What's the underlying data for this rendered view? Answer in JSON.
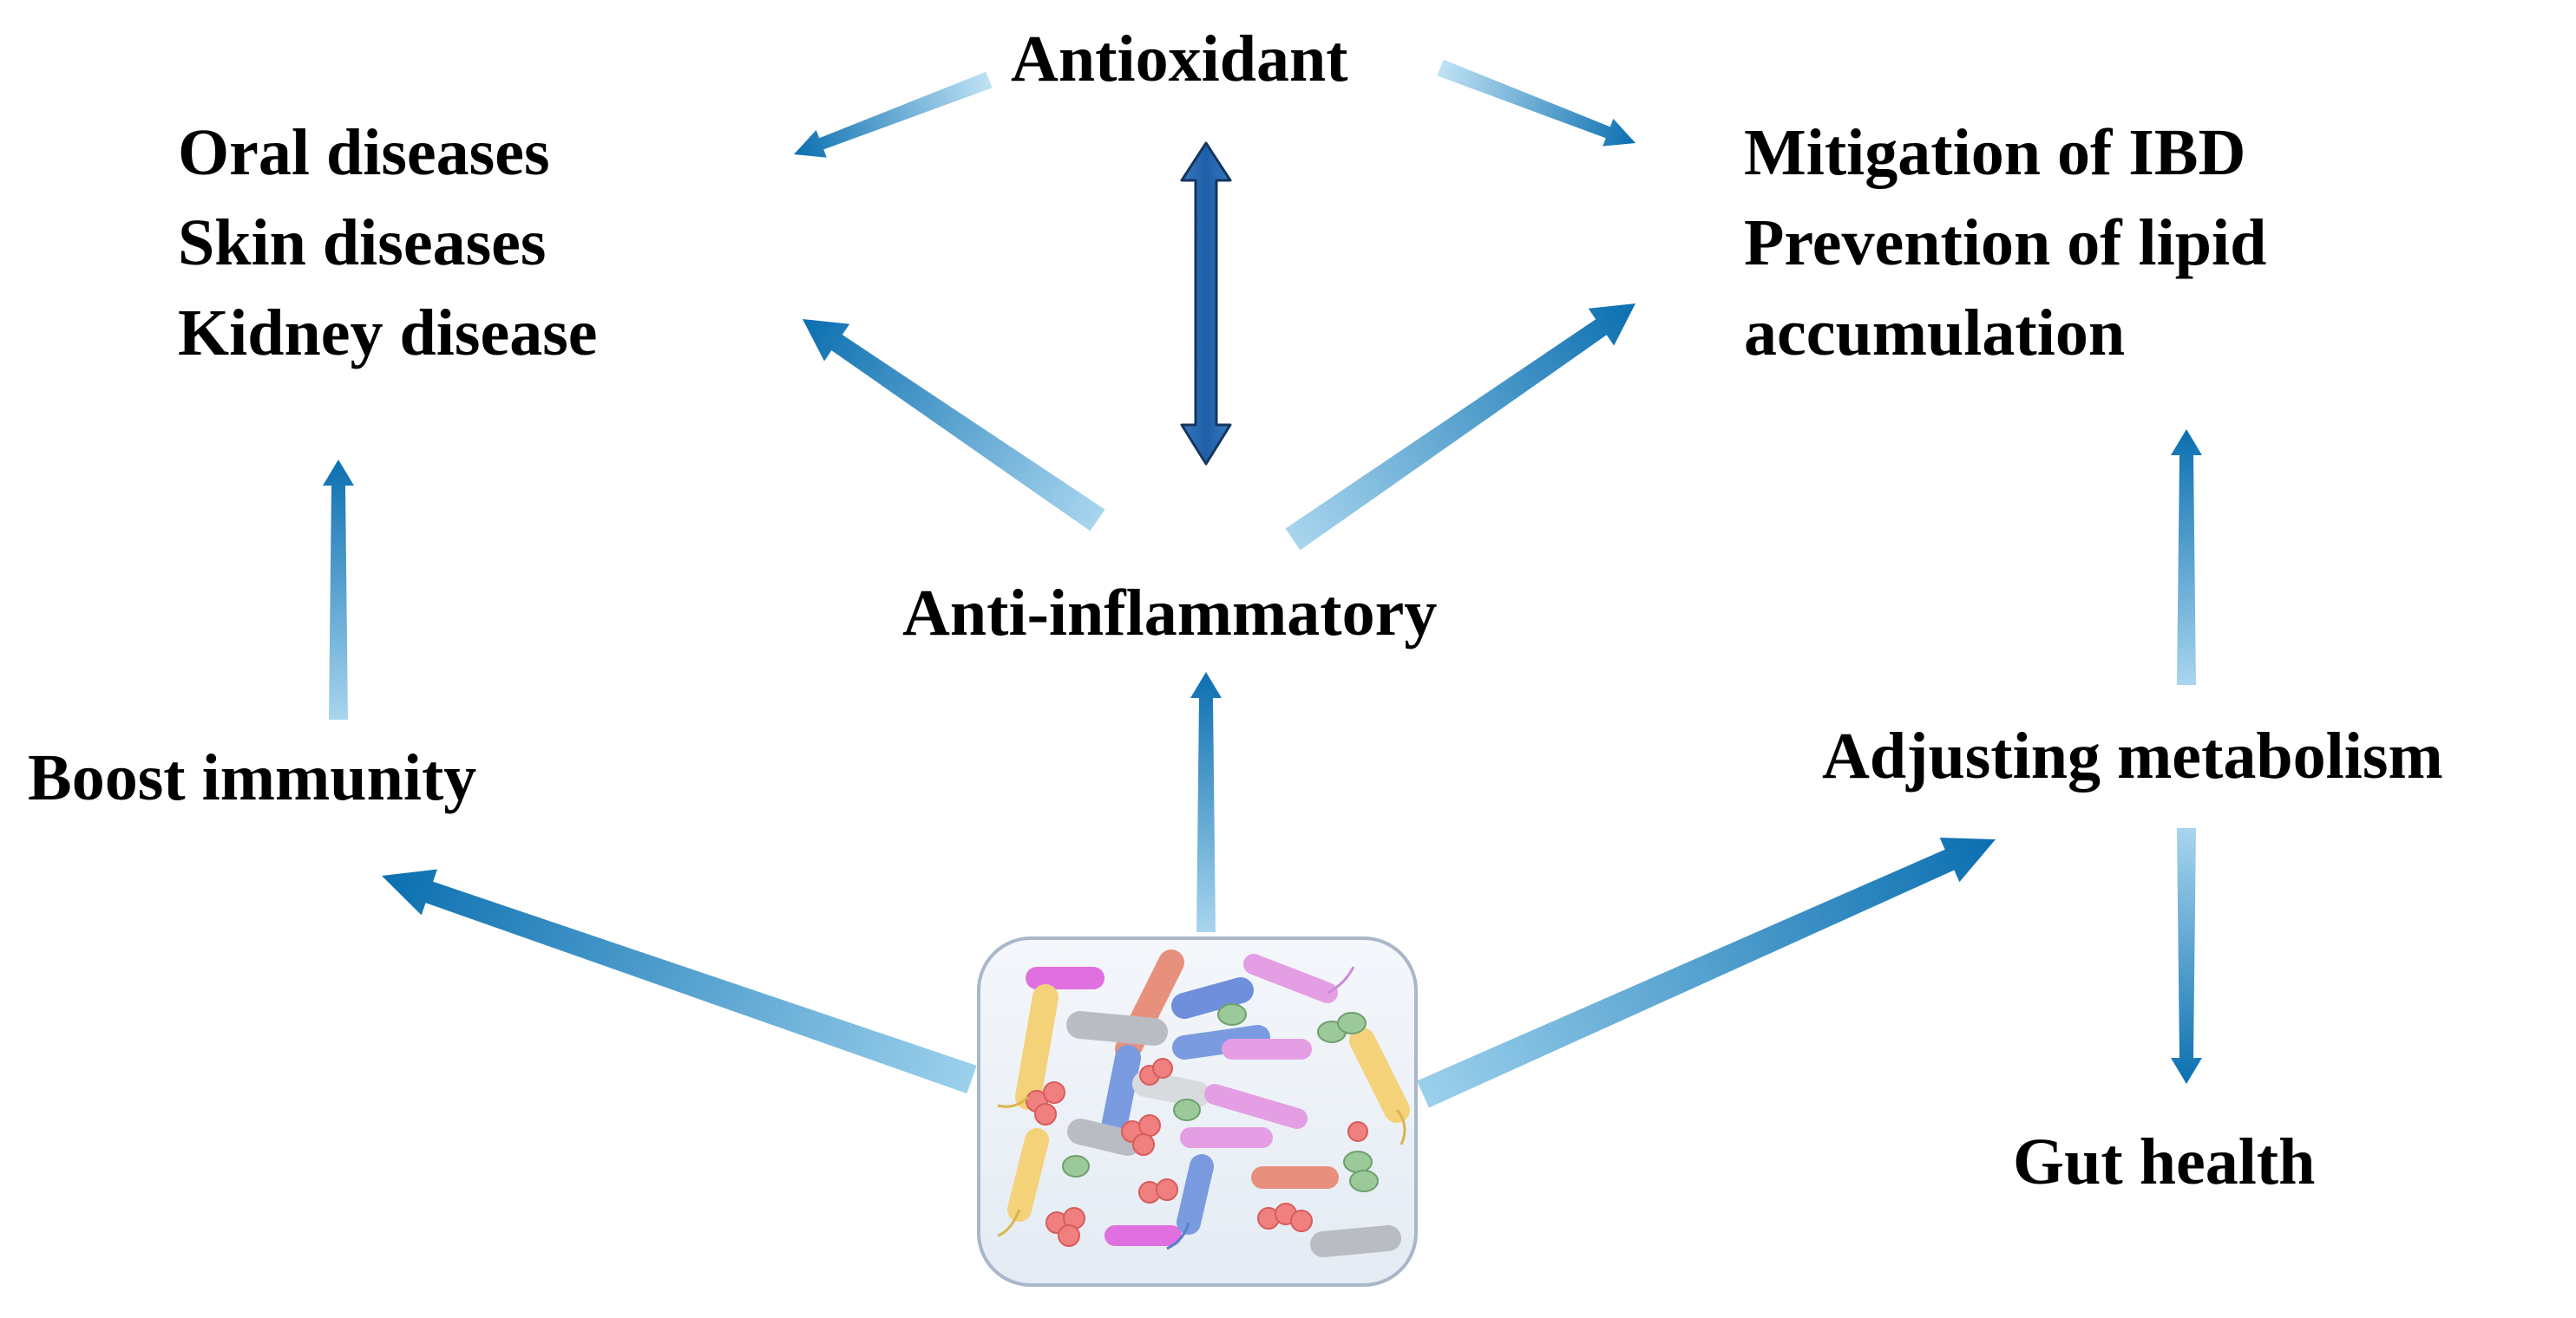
{
  "labels": {
    "antioxidant": "Antioxidant",
    "left_outcomes": [
      "Oral diseases",
      "Skin diseases",
      "Kidney disease"
    ],
    "right_outcomes": [
      "Mitigation of IBD",
      "Prevention of lipid",
      "accumulation"
    ],
    "anti_inflammatory": "Anti-inflammatory",
    "boost_immunity": "Boost immunity",
    "adjusting_metabolism": "Adjusting metabolism",
    "gut_health": "Gut health"
  },
  "colors": {
    "arrow_dark": "#0b6fb0",
    "arrow_light": "#9bd0ec",
    "double_arrow": "#1f5fa8",
    "text": "#000000",
    "microbiota_border": "#a9b7c9",
    "microbiota_bg": "#eef3f8"
  },
  "icons": {
    "center_image": "gut-microbiota-illustration"
  }
}
